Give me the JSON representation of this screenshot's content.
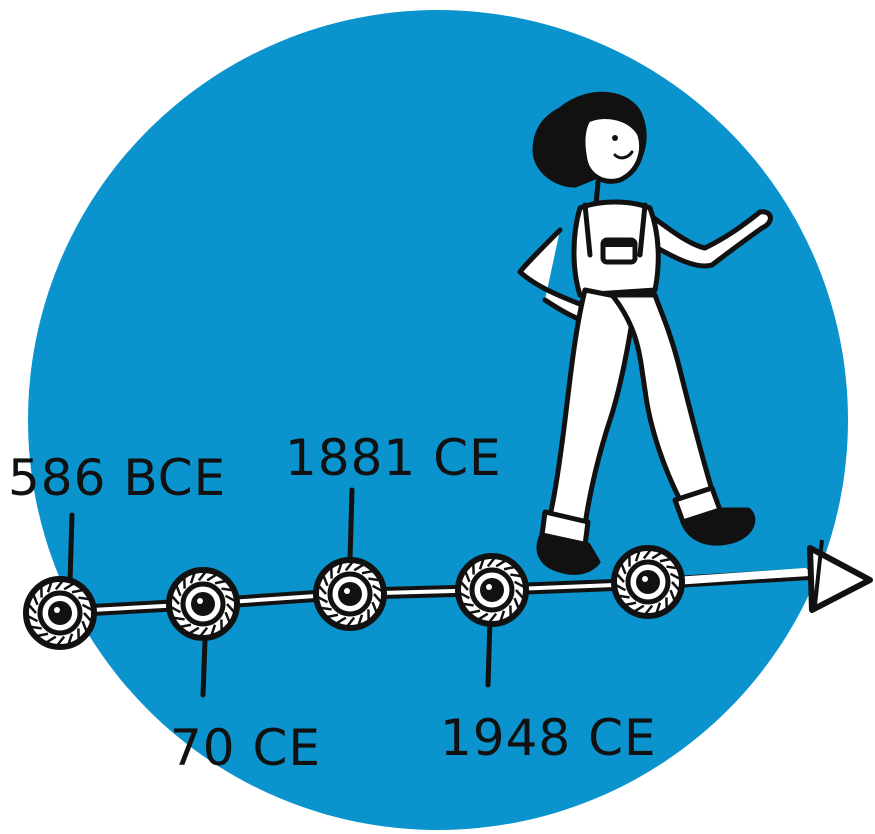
{
  "colors": {
    "circle": "#0a93cc",
    "ink": "#111111",
    "paper": "#ffffff"
  },
  "timeline": {
    "events": [
      {
        "label": "586 BCE"
      },
      {
        "label": "70 CE"
      },
      {
        "label": "1881 CE"
      },
      {
        "label": "1948 CE"
      }
    ]
  },
  "illustration": {
    "figure": "walking-woman-in-overalls",
    "arrow_icon": "arrow-head-icon",
    "node_icon": "timeline-node-icon"
  }
}
